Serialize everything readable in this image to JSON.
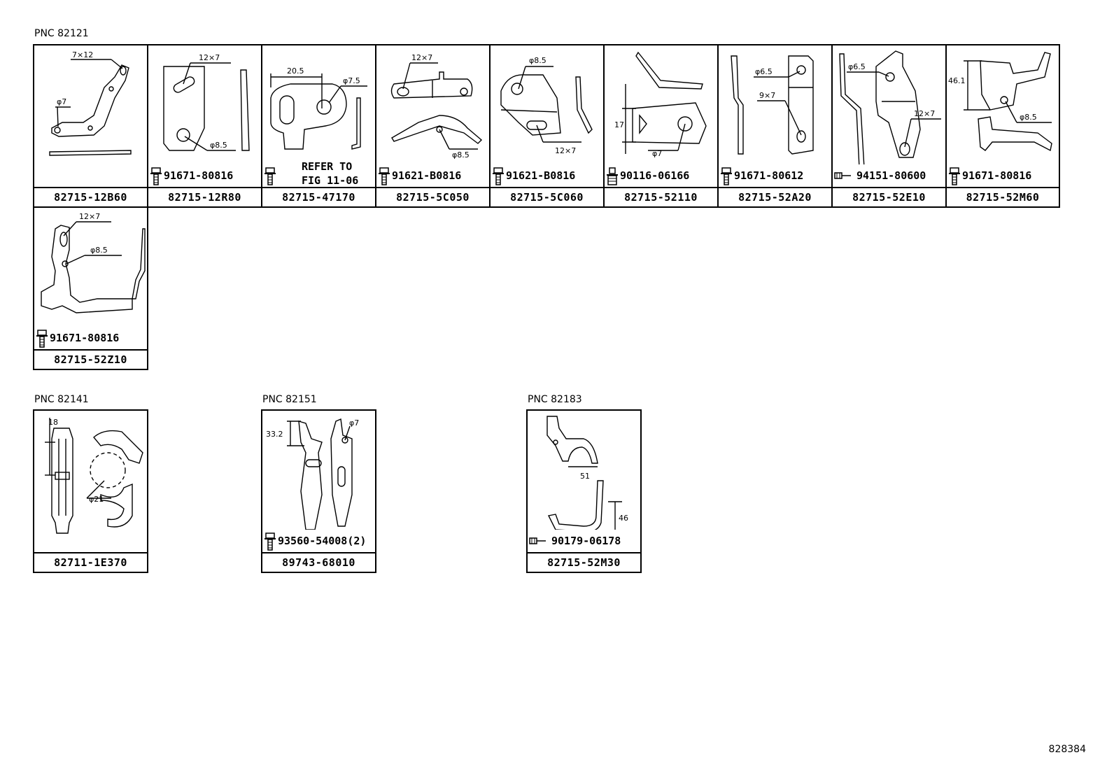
{
  "groups": [
    {
      "pnc": "PNC 82121"
    },
    {
      "pnc": "PNC 82141"
    },
    {
      "pnc": "PNC 82151"
    },
    {
      "pnc": "PNC 82183"
    }
  ],
  "parts": [
    {
      "part_no": "82715-12B60",
      "dims": [
        "7×12",
        "φ7"
      ],
      "fastener": ""
    },
    {
      "part_no": "82715-12R80",
      "dims": [
        "12×7",
        "φ8.5"
      ],
      "fastener": "91671-80816"
    },
    {
      "part_no": "82715-47170",
      "dims": [
        "20.5",
        "φ7.5"
      ],
      "fastener": "",
      "note_line1": "REFER TO",
      "note_line2": "FIG 11-06"
    },
    {
      "part_no": "82715-5C050",
      "dims": [
        "12×7",
        "φ8.5"
      ],
      "fastener": "91621-B0816"
    },
    {
      "part_no": "82715-5C060",
      "dims": [
        "φ8.5",
        "12×7"
      ],
      "fastener": "91621-B0816"
    },
    {
      "part_no": "82715-52110",
      "dims": [
        "17",
        "φ7"
      ],
      "fastener": "90116-06166"
    },
    {
      "part_no": "82715-52A20",
      "dims": [
        "φ6.5",
        "9×7"
      ],
      "fastener": "91671-80612"
    },
    {
      "part_no": "82715-52E10",
      "dims": [
        "φ6.5",
        "12×7"
      ],
      "fastener": "94151-80600"
    },
    {
      "part_no": "82715-52M60",
      "dims": [
        "46.1",
        "φ8.5"
      ],
      "fastener": "91671-80816"
    },
    {
      "part_no": "82715-52Z10",
      "dims": [
        "12×7",
        "φ8.5"
      ],
      "fastener": "91671-80816"
    },
    {
      "part_no": "82711-1E370",
      "dims": [
        "18",
        "φ21"
      ],
      "fastener": ""
    },
    {
      "part_no": "89743-68010",
      "dims": [
        "33.2",
        "φ7"
      ],
      "fastener": "93560-54008(2)"
    },
    {
      "part_no": "82715-52M30",
      "dims": [
        "51",
        "46"
      ],
      "fastener": "90179-06178"
    }
  ],
  "figure_number": "828384",
  "icons": [
    "flange-bolt-icon",
    "stud-bolt-icon",
    "nut-icon"
  ]
}
